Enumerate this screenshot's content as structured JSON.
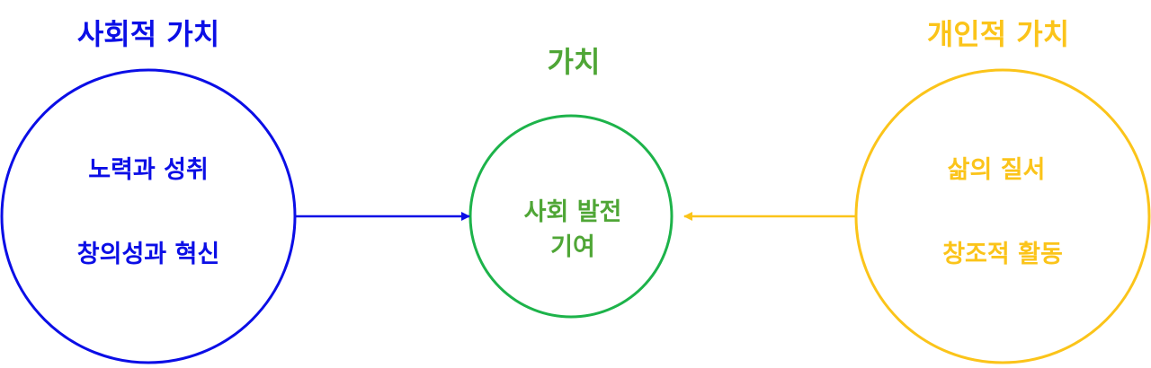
{
  "colors": {
    "social": "#0b0ee6",
    "value": "#1db34a",
    "value_text": "#4fa636",
    "personal": "#fbc41a",
    "background": "#ffffff"
  },
  "social": {
    "title": "사회적 가치",
    "items": [
      "노력과 성취",
      "창의성과 혁신"
    ]
  },
  "center": {
    "title": "가치",
    "items": [
      "사회 발전",
      "기여"
    ]
  },
  "personal": {
    "title": "개인적 가치",
    "items": [
      "삶의 질서",
      "창조적 활동"
    ]
  }
}
